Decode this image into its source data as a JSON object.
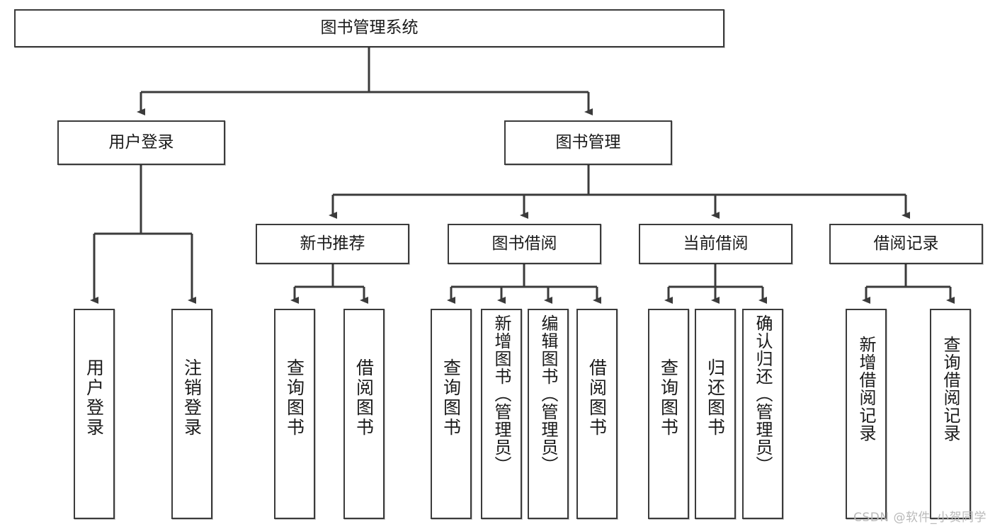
{
  "diagram": {
    "type": "tree-hierarchy",
    "title": "图书管理系统",
    "watermark": "CSDN @软件_小贺同学",
    "colors": {
      "stroke": "#3b3b3b",
      "fill": "#ffffff",
      "text": "#1a1a1a",
      "watermark": "#b9b9b9"
    },
    "nodes": {
      "root": {
        "label": "图书管理系统",
        "level": 1,
        "orientation": "horizontal"
      },
      "l2": [
        {
          "id": "user-login",
          "label": "用户登录",
          "level": 2,
          "orientation": "horizontal"
        },
        {
          "id": "book-manage",
          "label": "图书管理",
          "level": 2,
          "orientation": "horizontal"
        }
      ],
      "l3": [
        {
          "id": "new-book-recommend",
          "label": "新书推荐",
          "level": 3,
          "orientation": "horizontal"
        },
        {
          "id": "book-borrow",
          "label": "图书借阅",
          "level": 3,
          "orientation": "horizontal"
        },
        {
          "id": "current-borrow",
          "label": "当前借阅",
          "level": 3,
          "orientation": "horizontal"
        },
        {
          "id": "borrow-record",
          "label": "借阅记录",
          "level": 3,
          "orientation": "horizontal"
        }
      ],
      "leaves": [
        {
          "id": "leaf-user-login",
          "label": "用户登录",
          "parent": "user-login",
          "orientation": "vertical"
        },
        {
          "id": "leaf-user-logout",
          "label": "注销登录",
          "parent": "user-login",
          "orientation": "vertical"
        },
        {
          "id": "leaf-query-book-1",
          "label": "查询图书",
          "parent": "new-book-recommend",
          "orientation": "vertical"
        },
        {
          "id": "leaf-borrow-book-1",
          "label": "借阅图书",
          "parent": "new-book-recommend",
          "orientation": "vertical"
        },
        {
          "id": "leaf-query-book-2",
          "label": "查询图书",
          "parent": "book-borrow",
          "orientation": "vertical"
        },
        {
          "id": "leaf-add-book",
          "label": "新增图书（管理员）",
          "parent": "book-borrow",
          "orientation": "vertical"
        },
        {
          "id": "leaf-edit-book",
          "label": "编辑图书（管理员）",
          "parent": "book-borrow",
          "orientation": "vertical"
        },
        {
          "id": "leaf-borrow-book-2",
          "label": "借阅图书",
          "parent": "book-borrow",
          "orientation": "vertical"
        },
        {
          "id": "leaf-query-book-3",
          "label": "查询图书",
          "parent": "current-borrow",
          "orientation": "vertical"
        },
        {
          "id": "leaf-return-book",
          "label": "归还图书",
          "parent": "current-borrow",
          "orientation": "vertical"
        },
        {
          "id": "leaf-confirm-return",
          "label": "确认归还（管理员）",
          "parent": "current-borrow",
          "orientation": "vertical"
        },
        {
          "id": "leaf-add-record",
          "label": "新增借阅记录",
          "parent": "borrow-record",
          "orientation": "vertical"
        },
        {
          "id": "leaf-query-record",
          "label": "查询借阅记录",
          "parent": "borrow-record",
          "orientation": "vertical"
        }
      ]
    }
  }
}
